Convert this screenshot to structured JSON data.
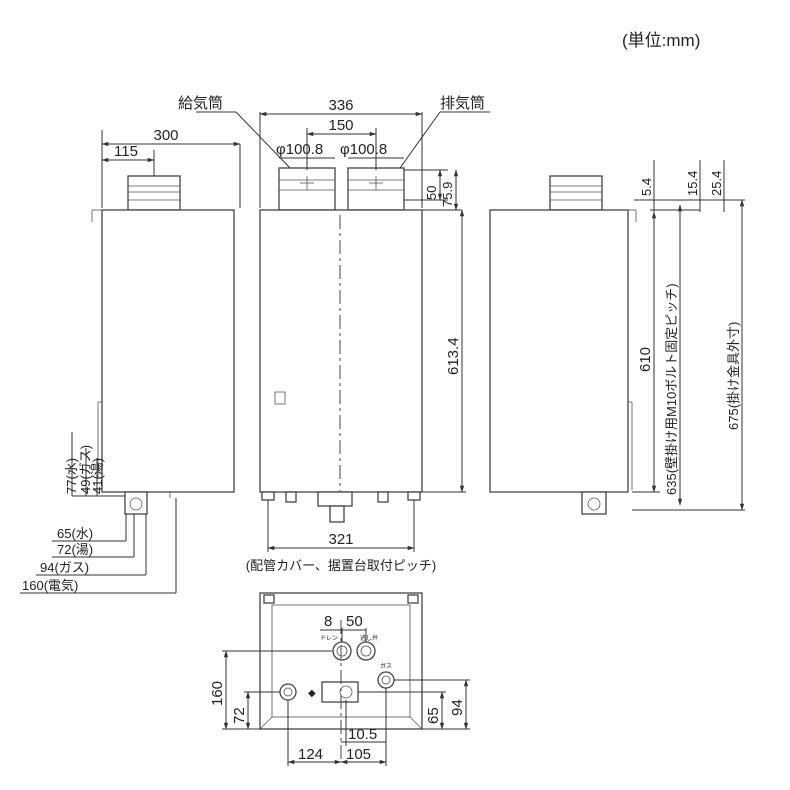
{
  "unit_label": "(単位:mm)",
  "labels": {
    "supply_duct": "給気筒",
    "exhaust_duct": "排気筒",
    "pipe_cover_pitch": "(配管カバー、据置台取付ピッチ)",
    "wall_mount_pitch": "635(壁掛け用M10ボルト固定ピッチ)",
    "hanger_outer": "675(掛け金具外寸)"
  },
  "dimensions": {
    "width_336": "336",
    "duct_pitch_150": "150",
    "duct_dia_left": "φ100.8",
    "duct_dia_right": "φ100.8",
    "duct_h_50": "50",
    "duct_h_75_9": "75.9",
    "height_613_4": "613.4",
    "bottom_321": "321",
    "depth_300": "300",
    "depth_115": "115",
    "pipe_77": "77(水)",
    "pipe_49": "49(ガス)",
    "pipe_41": "41(湯)",
    "pipe_65": "65(水)",
    "pipe_72": "72(湯)",
    "pipe_94": "94(ガス)",
    "pipe_160": "160(電気)",
    "right_5_4": "5.4",
    "right_15_4": "15.4",
    "right_25_4": "25.4",
    "right_610": "610",
    "bottom_8": "8",
    "bottom_50": "50",
    "bottom_160": "160",
    "bottom_72": "72",
    "bottom_65": "65",
    "bottom_94": "94",
    "bottom_10_5": "10.5",
    "bottom_124": "124",
    "bottom_105": "105"
  },
  "port_labels": {
    "drain": "ドレン",
    "relief": "逃し弁",
    "gas": "ガス"
  }
}
